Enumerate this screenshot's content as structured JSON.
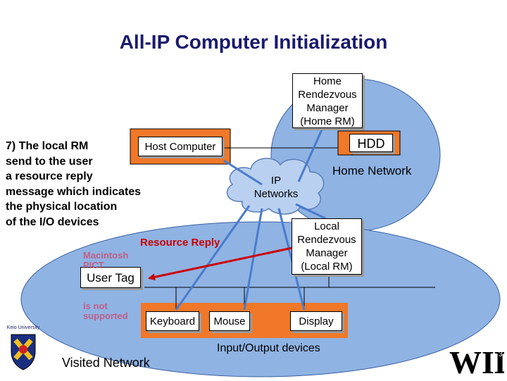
{
  "slide": {
    "title": "All-IP Computer Initialization",
    "page_number": "3"
  },
  "caption": {
    "lines": [
      "7) The local RM",
      "send to the user",
      "a resource reply",
      "message which indicates",
      "the physical location",
      "of the I/O devices"
    ]
  },
  "nodes": {
    "home_rm": "Home Rendezvous Manager (Home RM)",
    "hdd": "HDD",
    "host_computer": "Host Computer",
    "ip_networks": "IP Networks",
    "local_rm": "Local Rendezvous Manager (Local RM)",
    "user_tag": "User Tag",
    "keyboard": "Keyboard",
    "mouse": "Mouse",
    "display": "Display"
  },
  "labels": {
    "home_network": "Home Network",
    "resource_reply": "Resource Reply",
    "io_devices": "Input/Output devices",
    "visited_network": "Visited Network"
  },
  "logos": {
    "wide": "WIDE",
    "university": "Keio University",
    "pict_text_1": "Macintosh PICT",
    "pict_text_2": "is not supported"
  },
  "colors": {
    "title": "#1a1a6e",
    "network_blue": "#8fb3e3",
    "device_orange": "#f07828",
    "link_blue": "#4a7ccc",
    "reply_red": "#cc0000"
  }
}
